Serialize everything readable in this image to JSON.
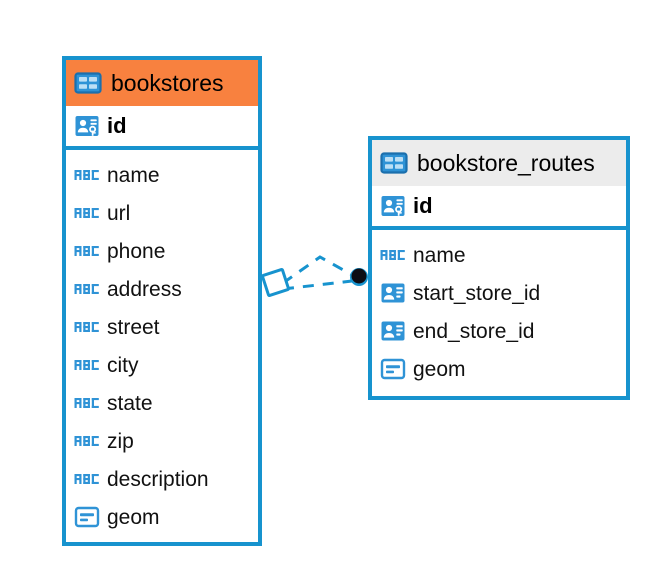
{
  "diagram": {
    "type": "entity-relationship-diagram",
    "background": "#ffffff",
    "accent_color": "#1793ce",
    "highlight_color": "#f8813f",
    "neutral_header_color": "#ececec"
  },
  "entities": [
    {
      "name": "bookstores",
      "header_style": "accent",
      "primary_key": {
        "label": "id",
        "icon": "primary-key-icon"
      },
      "fields": [
        {
          "label": "name",
          "icon": "abc-text-icon"
        },
        {
          "label": "url",
          "icon": "abc-text-icon"
        },
        {
          "label": "phone",
          "icon": "abc-text-icon"
        },
        {
          "label": "address",
          "icon": "abc-text-icon"
        },
        {
          "label": "street",
          "icon": "abc-text-icon"
        },
        {
          "label": "city",
          "icon": "abc-text-icon"
        },
        {
          "label": "state",
          "icon": "abc-text-icon"
        },
        {
          "label": "zip",
          "icon": "abc-text-icon"
        },
        {
          "label": "description",
          "icon": "abc-text-icon"
        },
        {
          "label": "geom",
          "icon": "geometry-icon"
        }
      ]
    },
    {
      "name": "bookstore_routes",
      "header_style": "neutral",
      "primary_key": {
        "label": "id",
        "icon": "primary-key-icon"
      },
      "fields": [
        {
          "label": "name",
          "icon": "abc-text-icon"
        },
        {
          "label": "start_store_id",
          "icon": "foreign-key-icon"
        },
        {
          "label": "end_store_id",
          "icon": "foreign-key-icon"
        },
        {
          "label": "geom",
          "icon": "geometry-icon"
        }
      ]
    }
  ],
  "relationship": {
    "from_entity": "bookstores",
    "to_entity": "bookstore_routes",
    "line_style": "dashed",
    "source_marker": "diamond-outline",
    "target_marker": "filled-circle",
    "color": "#1793ce"
  },
  "icon_glyphs": {
    "table-icon": "table-icon",
    "primary-key-icon": "primary-key-icon",
    "foreign-key-icon": "foreign-key-icon",
    "abc-text-icon": "abc-text-icon",
    "geometry-icon": "geometry-icon"
  }
}
